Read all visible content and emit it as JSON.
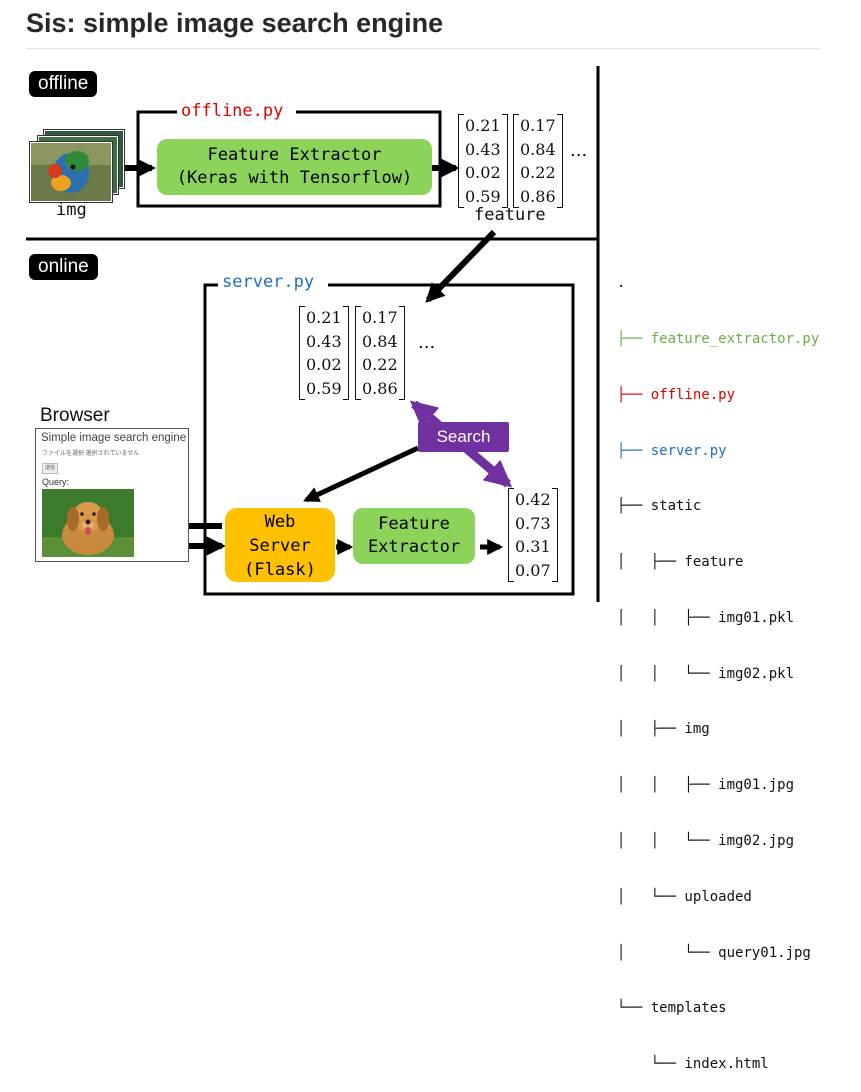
{
  "title": "Sis: simple image search engine",
  "offline_section": {
    "badge": "offline",
    "frame_label": "offline.py",
    "img_label": "img",
    "extractor_line1": "Feature Extractor",
    "extractor_line2": "(Keras with Tensorflow)",
    "vector1": [
      "0.21",
      "0.43",
      "0.02",
      "0.59"
    ],
    "vector2": [
      "0.17",
      "0.84",
      "0.22",
      "0.86"
    ],
    "ellipsis": "...",
    "feature_label": "feature"
  },
  "online_section": {
    "badge": "online",
    "frame_label": "server.py",
    "vector1": [
      "0.21",
      "0.43",
      "0.02",
      "0.59"
    ],
    "vector2": [
      "0.17",
      "0.84",
      "0.22",
      "0.86"
    ],
    "ellipsis": "...",
    "browser_label": "Browser",
    "browser_title": "Simple image search engine",
    "browser_file_text": "ファイルを選択  選択されていません",
    "browser_submit": "送信",
    "browser_query": "Query:",
    "search_label": "Search",
    "webserver_line1": "Web",
    "webserver_line2": "Server",
    "webserver_line3": "(Flask)",
    "extractor_line1": "Feature",
    "extractor_line2": "Extractor",
    "query_vector": [
      "0.42",
      "0.73",
      "0.31",
      "0.07"
    ]
  },
  "file_tree": {
    "lines": [
      {
        "text": ".",
        "color": "#111111"
      },
      {
        "text": "├── feature_extractor.py",
        "color": "#70ad47"
      },
      {
        "text": "├── offline.py",
        "color": "#e00000"
      },
      {
        "text": "├── server.py",
        "color": "#1f6fbf"
      },
      {
        "text": "├── static",
        "color": "#111111"
      },
      {
        "text": "│   ├── feature",
        "color": "#111111"
      },
      {
        "text": "│   │   ├── img01.pkl",
        "color": "#111111"
      },
      {
        "text": "│   │   └── img02.pkl",
        "color": "#111111"
      },
      {
        "text": "│   ├── img",
        "color": "#111111"
      },
      {
        "text": "│   │   ├── img01.jpg",
        "color": "#111111"
      },
      {
        "text": "│   │   └── img02.jpg",
        "color": "#111111"
      },
      {
        "text": "│   └── uploaded",
        "color": "#111111"
      },
      {
        "text": "│       └── query01.jpg",
        "color": "#111111"
      },
      {
        "text": "└── templates",
        "color": "#111111"
      },
      {
        "text": "    └── index.html",
        "color": "#111111"
      }
    ]
  },
  "colors": {
    "offline_py": "#e00000",
    "server_py": "#1f6fbf",
    "extractor_green": "#8cd35a",
    "webserver_orange": "#ffc000",
    "search_purple": "#7030a0"
  }
}
